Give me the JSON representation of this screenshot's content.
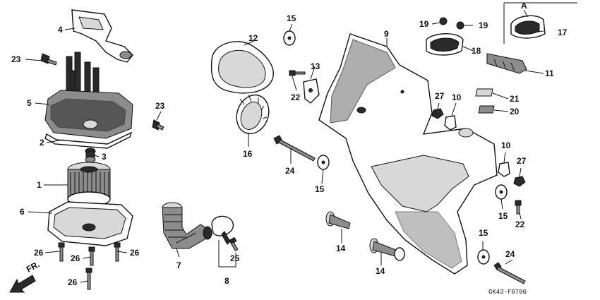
{
  "callouts": [
    {
      "id": "c4",
      "text": "4"
    },
    {
      "id": "c23a",
      "text": "23"
    },
    {
      "id": "c5",
      "text": "5"
    },
    {
      "id": "c2",
      "text": "2"
    },
    {
      "id": "c3",
      "text": "3"
    },
    {
      "id": "c1",
      "text": "1"
    },
    {
      "id": "c6",
      "text": "6"
    },
    {
      "id": "c26a",
      "text": "26"
    },
    {
      "id": "c26b",
      "text": "26"
    },
    {
      "id": "c26c",
      "text": "26"
    },
    {
      "id": "c26d",
      "text": "26"
    },
    {
      "id": "c23b",
      "text": "23"
    },
    {
      "id": "c7",
      "text": "7"
    },
    {
      "id": "c25",
      "text": "25"
    },
    {
      "id": "c8",
      "text": "8"
    },
    {
      "id": "c12",
      "text": "12"
    },
    {
      "id": "c16",
      "text": "16"
    },
    {
      "id": "c15a",
      "text": "15"
    },
    {
      "id": "c13",
      "text": "13"
    },
    {
      "id": "c22a",
      "text": "22"
    },
    {
      "id": "c24a",
      "text": "24"
    },
    {
      "id": "c15b",
      "text": "15"
    },
    {
      "id": "c14a",
      "text": "14"
    },
    {
      "id": "c14b",
      "text": "14"
    },
    {
      "id": "c9",
      "text": "9"
    },
    {
      "id": "c19a",
      "text": "19"
    },
    {
      "id": "c19b",
      "text": "19"
    },
    {
      "id": "c18",
      "text": "18"
    },
    {
      "id": "c17",
      "text": "17"
    },
    {
      "id": "cA",
      "text": "A"
    },
    {
      "id": "c11",
      "text": "11"
    },
    {
      "id": "c27a",
      "text": "27"
    },
    {
      "id": "c10a",
      "text": "10"
    },
    {
      "id": "c21",
      "text": "21"
    },
    {
      "id": "c20",
      "text": "20"
    },
    {
      "id": "c10b",
      "text": "10"
    },
    {
      "id": "c27b",
      "text": "27"
    },
    {
      "id": "c15c",
      "text": "15"
    },
    {
      "id": "c22b",
      "text": "22"
    },
    {
      "id": "c15d",
      "text": "15"
    },
    {
      "id": "c24b",
      "text": "24"
    }
  ],
  "direction_label": "FR.",
  "diagram_code": "GK43-F0700"
}
